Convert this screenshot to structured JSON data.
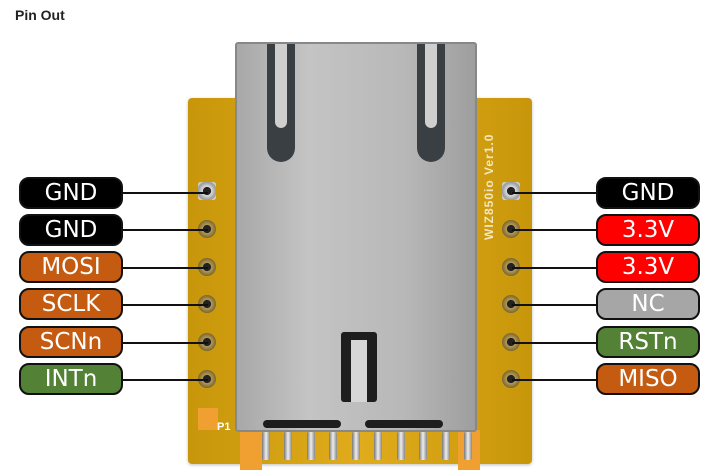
{
  "title": "Pin Out",
  "board": {
    "silkscreen": "WIZ850io Ver1.0",
    "p1_marker": "P1"
  },
  "colors": {
    "gnd": "#000000",
    "spi": "#c55a11",
    "int_rst": "#538135",
    "power": "#ff0000",
    "nc": "#a6a6a6"
  },
  "pins": {
    "left": [
      {
        "label": "GND",
        "color": "#000000"
      },
      {
        "label": "GND",
        "color": "#000000"
      },
      {
        "label": "MOSI",
        "color": "#c55a11"
      },
      {
        "label": "SCLK",
        "color": "#c55a11"
      },
      {
        "label": "SCNn",
        "color": "#c55a11"
      },
      {
        "label": "INTn",
        "color": "#538135"
      }
    ],
    "right": [
      {
        "label": "GND",
        "color": "#000000"
      },
      {
        "label": "3.3V",
        "color": "#ff0000"
      },
      {
        "label": "3.3V",
        "color": "#ff0000"
      },
      {
        "label": "NC",
        "color": "#a6a6a6"
      },
      {
        "label": "RSTn",
        "color": "#538135"
      },
      {
        "label": "MISO",
        "color": "#c55a11"
      }
    ]
  }
}
